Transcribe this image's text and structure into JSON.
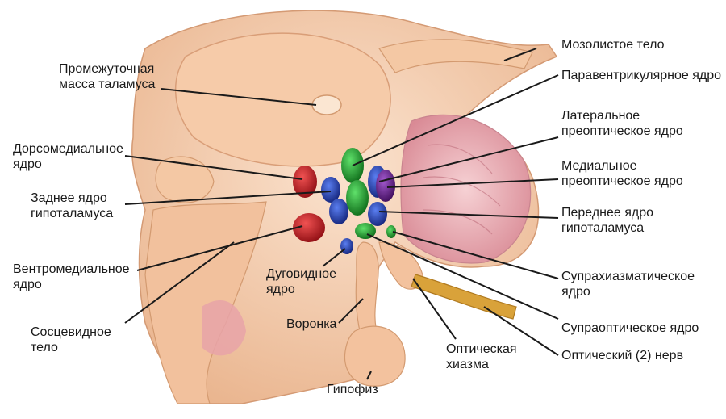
{
  "labels": {
    "corpus_callosum": "Мозолистое тело",
    "paraventricular": "Паравентрикулярное ядро",
    "lateral_preoptic": [
      "Латеральное",
      "преоптическое ядро"
    ],
    "medial_preoptic": [
      "Медиальное",
      "преоптическое ядро"
    ],
    "anterior_hypothalamic": [
      "Переднее ядро",
      "гипоталамуса"
    ],
    "suprachiasmatic": [
      "Супрахиазматическое",
      "ядро"
    ],
    "supraoptic": "Супраоптическое ядро",
    "optic_nerve": "Оптический (2) нерв",
    "optic_chiasm": [
      "Оптическая",
      "хиазма"
    ],
    "pituitary": "Гипофиз",
    "infundibulum": "Воронка",
    "arcuate": [
      "Дуговидное",
      "ядро"
    ],
    "mammillary": [
      "Сосцевидное",
      "тело"
    ],
    "ventromedial": [
      "Вентромедиальное",
      "ядро"
    ],
    "posterior_hypothalamic": [
      "Заднее ядро",
      "гипоталамуса"
    ],
    "dorsomedial": [
      "Дорсомедиальное",
      "ядро"
    ],
    "interthalamic": [
      "Промежуточная",
      "масса таламуса"
    ]
  },
  "colors": {
    "tissue": "#f3c9a6",
    "tissue_dark": "#e2a47c",
    "nucleus_red": "#c4161c",
    "nucleus_blue": "#1f3fae",
    "nucleus_green": "#1e9b2c",
    "nucleus_purple": "#6a1e8c",
    "optic_nerve": "#d9a23a",
    "pink_region": "#e8a7b0"
  }
}
